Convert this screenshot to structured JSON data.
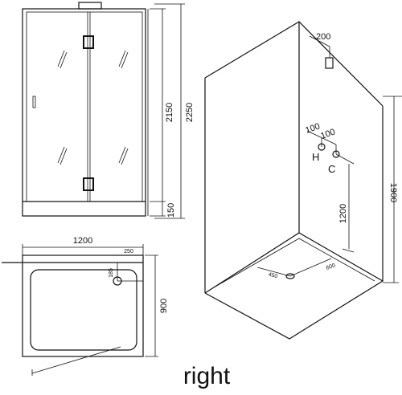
{
  "caption": "right",
  "front_view": {
    "dims": {
      "total_height": "2250",
      "panel_height": "2150",
      "base_height": "150"
    }
  },
  "plan_view": {
    "dims": {
      "width": "1200",
      "depth": "900",
      "drain_offset_x": "250",
      "drain_offset_y": "185"
    }
  },
  "iso_view": {
    "dims": {
      "top_offset": "200",
      "pipe_spacing_h": "100",
      "pipe_spacing_c": "100",
      "pipe_height": "1200",
      "wall_height": "1900",
      "drain_x": "450",
      "drain_y": "600"
    },
    "labels": {
      "hot": "H",
      "cold": "C"
    }
  }
}
